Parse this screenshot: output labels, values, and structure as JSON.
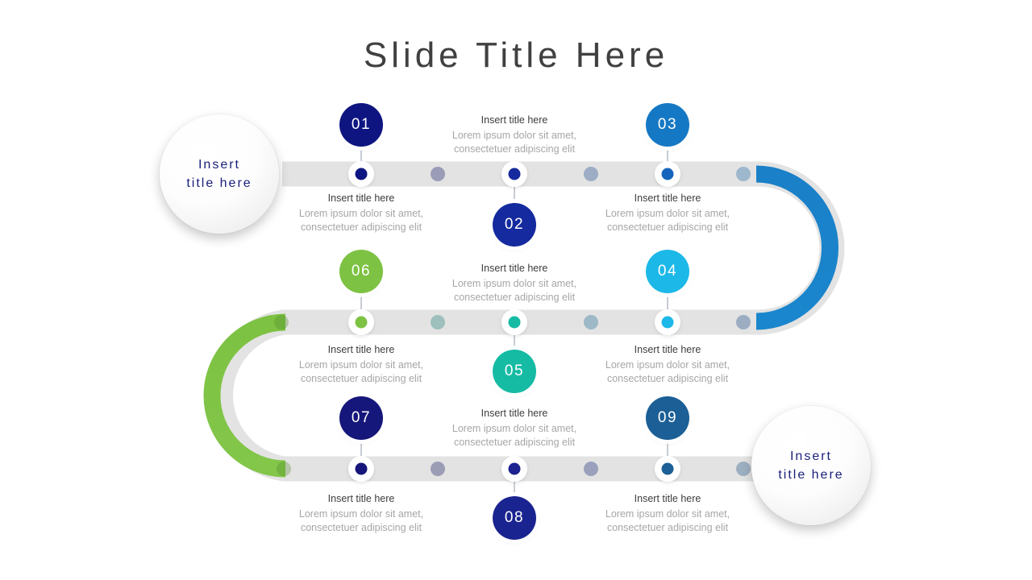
{
  "slide": {
    "title": "Slide Title Here",
    "background": "#ffffff",
    "title_color": "#404040"
  },
  "endcaps": [
    {
      "name": "start-bubble",
      "line1": "Insert",
      "line2": "title here",
      "color": "#1a1f7a"
    },
    {
      "name": "end-bubble",
      "line1": "Insert",
      "line2": "title here",
      "color": "#1a1f7a"
    }
  ],
  "steps": [
    {
      "number": "01",
      "color": "#0e1580",
      "title": "Insert title here",
      "body": "Lorem ipsum dolor sit amet, consectetuer adipiscing elit"
    },
    {
      "number": "02",
      "color": "#141e8c",
      "title": "Insert title here",
      "body": "Lorem ipsum dolor sit amet, consectetuer adipiscing elit"
    },
    {
      "number": "03",
      "color": "#1578c4",
      "title": "Insert title here",
      "body": "Lorem ipsum dolor sit amet, consectetuer adipiscing elit"
    },
    {
      "number": "04",
      "color": "#1cb8e8",
      "title": "Insert title here",
      "body": "Lorem ipsum dolor sit amet, consectetuer adipiscing elit"
    },
    {
      "number": "05",
      "color": "#16bba4",
      "title": "Insert title here",
      "body": "Lorem ipsum dolor sit amet, consectetuer adipiscing elit"
    },
    {
      "number": "06",
      "color": "#7dc242",
      "title": "Insert title here",
      "body": "Lorem ipsum dolor sit amet, consectetuer adipiscing elit"
    },
    {
      "number": "07",
      "color": "#16177a",
      "title": "Insert title here",
      "body": "Lorem ipsum dolor sit amet, consectetuer adipiscing elit"
    },
    {
      "number": "08",
      "color": "#1a2490",
      "title": "Insert title here",
      "body": "Lorem ipsum dolor sit amet, consectetuer adipiscing elit"
    },
    {
      "number": "09",
      "color": "#1b5f96",
      "title": "Insert title here",
      "body": "Lorem ipsum dolor sit amet, consectetuer adipiscing elit"
    }
  ],
  "track": {
    "outline_color": "#e2e2e2",
    "row1_colors": [
      "#0e1580",
      "#142a9e",
      "#1565bd",
      "#1a80c8"
    ],
    "row2_colors": [
      "#7dc242",
      "#16bba4",
      "#1cb8e8",
      "#1565bd"
    ],
    "row3_colors": [
      "#7dc242",
      "#0e1580",
      "#16218c",
      "#1b6ca8"
    ],
    "node_fill": "#ffffff",
    "connector_color": "#9aa3b0"
  }
}
